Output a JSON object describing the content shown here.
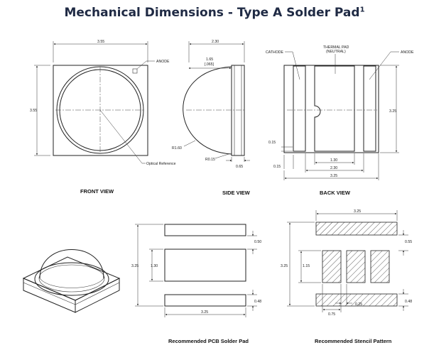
{
  "title": "Mechanical Dimensions - Type A Solder Pad",
  "title_sup": "1",
  "views": {
    "front": {
      "label": "FRONT VIEW",
      "width_dim": "3.55",
      "height_dim": "3.55",
      "anode_label": "ANODE",
      "optical_label": "Optical Reference"
    },
    "side": {
      "label": "SIDE VIEW",
      "width_dim": "2.30",
      "dome_dim_1": "1.65",
      "dome_dim_2": "[.065]",
      "radius_1": "R1.60",
      "radius_2": "R0.15",
      "base_dim": "0.65"
    },
    "back": {
      "label": "BACK VIEW",
      "cathode_label": "CATHODE",
      "thermal_label_1": "THERMAL PAD",
      "thermal_label_2": "(NEUTRAL)",
      "anode_label": "ANODE",
      "height_dim": "3.25",
      "dim_015_a": "0.15",
      "dim_015_b": "0.15",
      "dim_130": "1.30",
      "dim_230": "2.30",
      "dim_325": "3.25"
    },
    "pcb": {
      "label": "Recommended PCB Solder Pad",
      "height_dim": "3.25",
      "center_dim": "1.30",
      "top_pad_dim": "0.50",
      "bottom_pad_dim": "0.48",
      "width_dim": "3.25"
    },
    "stencil": {
      "label": "Recommended Stencil Pattern",
      "width_dim": "3.25",
      "height_dim": "3.25",
      "inner_dim": "1.15",
      "top_dim": "0.55",
      "bottom_dim": "0.48",
      "aperture_dim": "0.75",
      "gap_dim": "0.25"
    }
  }
}
